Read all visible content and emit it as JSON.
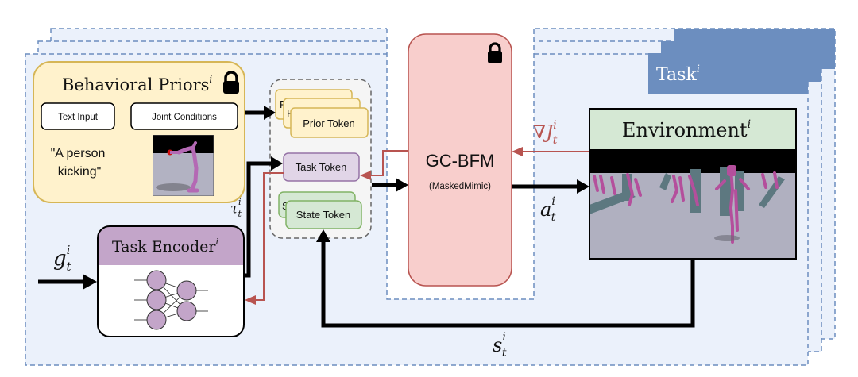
{
  "task_panel": {
    "label": "Task",
    "label_sup": "i",
    "layers": 3
  },
  "behavioral_priors": {
    "title": "Behavioral Priors",
    "title_sup": "i",
    "locked": true,
    "text_input_label": "Text Input",
    "joint_conditions_label": "Joint Conditions",
    "example_text_line1": "\"A person",
    "example_text_line2": "kicking\"",
    "image": "humanoid-kicking-render"
  },
  "tokens": {
    "prior": "Prior Token",
    "task": "Task Token",
    "state": "State Token"
  },
  "model": {
    "name": "GC-BFM",
    "subtitle": "(MaskedMimic)",
    "locked": true
  },
  "environment": {
    "title": "Environment",
    "title_sup": "i",
    "image": "multi-humanoid-environment-render"
  },
  "task_encoder": {
    "title": "Task Encoder",
    "title_sup": "i",
    "icon": "neural-network-icon"
  },
  "labels": {
    "goal": {
      "base": "g",
      "sup": "i",
      "sub": "t"
    },
    "task_embedding": {
      "base": "τ",
      "sup": "i",
      "sub": "t"
    },
    "action": {
      "base": "a",
      "sup": "i",
      "sub": "t"
    },
    "state": {
      "base": "s",
      "sup": "i",
      "sub": "t"
    },
    "gradient": {
      "prefix": "∇",
      "base": "J",
      "sup": "i",
      "sub": "t"
    }
  },
  "colors": {
    "panel_fill": "#ebf1fb",
    "panel_stroke": "#6c8ebf",
    "task_header": "#6c8ebf",
    "priors_fill": "#fff2cc",
    "priors_stroke": "#d6b656",
    "model_fill": "#f8cecc",
    "model_stroke": "#b85450",
    "task_token_fill": "#e1d5e7",
    "task_token_stroke": "#9673a6",
    "state_token_fill": "#d5e8d4",
    "state_token_stroke": "#82b366",
    "gradient_arrow": "#b85450"
  }
}
